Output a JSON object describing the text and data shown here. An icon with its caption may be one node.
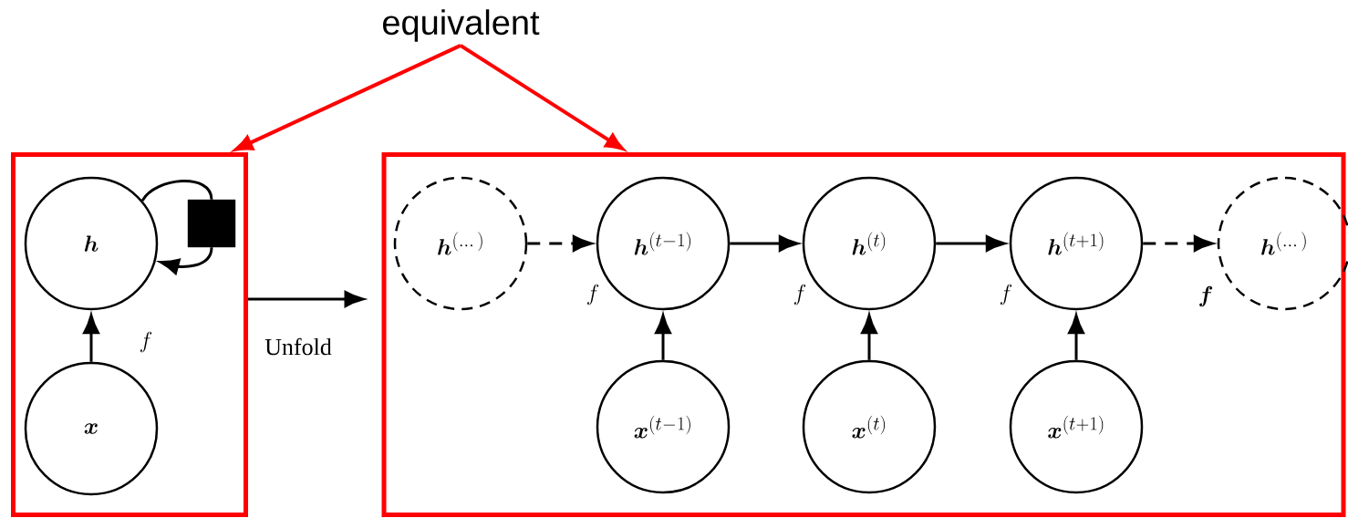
{
  "diagram": {
    "nodes": [
      {
        "text": [],
        "shape": "box"
      },
      {
        "text": [
          "\\boldsymbol{h}"
        ],
        "in": 0
      },
      {
        "text": [
          "\\boldsymbol{x}"
        ],
        "in": 0
      },
      {
        "text": [],
        "shape": "box",
        "in": 0
      },
      {
        "text": [],
        "shape": "box"
      },
      {
        "text": [
          "\\boldsymbol{h}^{(\\dots)}"
        ],
        "in": 4
      },
      {
        "text": [
          "\\boldsymbol{h}^{(t-1)}"
        ],
        "in": 4
      },
      {
        "text": [
          "\\boldsymbol{h}^{(t)}"
        ],
        "in": 4
      },
      {
        "text": [
          "\\boldsymbol{h}^{(t+1)}"
        ],
        "in": 4
      },
      {
        "text": [
          "\\boldsymbol{h}^{(\\dots)}"
        ],
        "in": 4
      },
      {
        "text": [
          "\\boldsymbol{x}^{(t-1)}"
        ],
        "in": 4
      },
      {
        "text": [
          "\\boldsymbol{x}^{(t)}"
        ],
        "in": 4
      },
      {
        "text": [
          "\\boldsymbol{x}^{(t+1)}"
        ],
        "in": 4
      },
      {
        "text": [
          "equivalent"
        ]
      }
    ],
    "edges": [
      {
        "from": 13,
        "to": 0,
        "arrow": "to",
        "color": "#ff0000"
      },
      {
        "from": 13,
        "to": 4,
        "arrow": "to",
        "color": "#ff0000"
      },
      {
        "from": 2,
        "to": 1,
        "arrow": "to"
      },
      {
        "from": 1,
        "to": 3,
        "arrow": "none"
      },
      {
        "from": 3,
        "to": 1,
        "arrow": "to"
      },
      {
        "from": 0,
        "to": 4,
        "arrow": "to",
        "label": "Unfold"
      },
      {
        "from": 5,
        "to": 6,
        "arrow": "to",
        "style": "dashed"
      },
      {
        "from": 6,
        "to": 7,
        "arrow": "to"
      },
      {
        "from": 7,
        "to": 8,
        "arrow": "to"
      },
      {
        "from": 8,
        "to": 9,
        "arrow": "to",
        "style": "dashed"
      },
      {
        "from": 10,
        "to": 6,
        "arrow": "to"
      },
      {
        "from": 11,
        "to": 7,
        "arrow": "to"
      },
      {
        "from": 12,
        "to": 8,
        "arrow": "to"
      }
    ],
    "labels": [
      "f",
      "f",
      "f",
      "f",
      "\\boldsymbol{f}"
    ]
  }
}
